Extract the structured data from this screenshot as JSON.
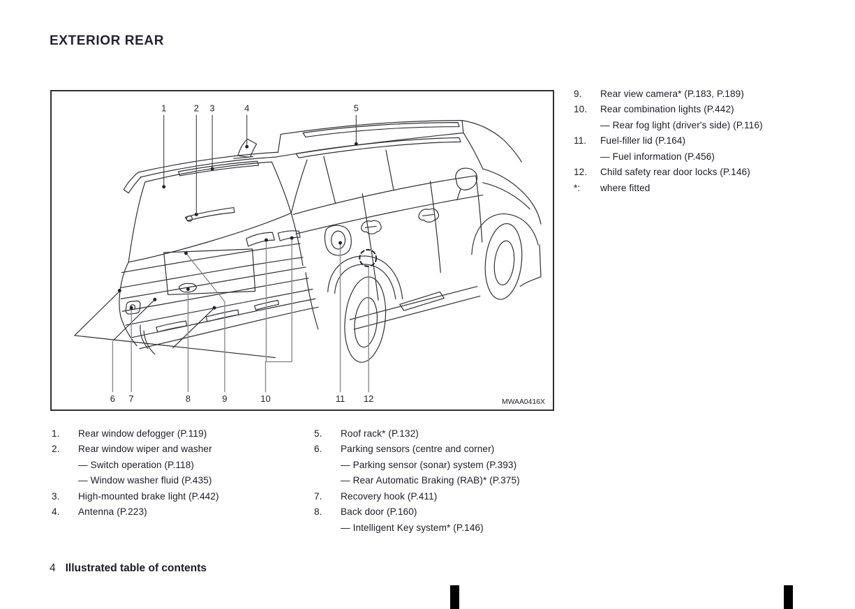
{
  "page": {
    "title": "EXTERIOR REAR",
    "footer": {
      "page_number": "4",
      "section_title": "Illustrated table of contents"
    }
  },
  "diagram": {
    "figure_code": "MWAA0416X",
    "callouts": [
      "1",
      "2",
      "3",
      "4",
      "5",
      "6",
      "7",
      "8",
      "9",
      "10",
      "11",
      "12"
    ]
  },
  "legend": {
    "left": [
      {
        "num": "1.",
        "text": "Rear window defogger (P.119)",
        "subs": []
      },
      {
        "num": "2.",
        "text": "Rear window wiper and washer",
        "subs": [
          "— Switch operation (P.118)",
          "— Window washer fluid (P.435)"
        ]
      },
      {
        "num": "3.",
        "text": "High-mounted brake light (P.442)",
        "subs": []
      },
      {
        "num": "4.",
        "text": "Antenna (P.223)",
        "subs": []
      }
    ],
    "middle": [
      {
        "num": "5.",
        "text": "Roof rack* (P.132)",
        "subs": []
      },
      {
        "num": "6.",
        "text": "Parking sensors (centre and corner)",
        "subs": [
          "— Parking sensor (sonar) system (P.393)",
          "— Rear Automatic Braking (RAB)* (P.375)"
        ]
      },
      {
        "num": "7.",
        "text": "Recovery hook (P.411)",
        "subs": []
      },
      {
        "num": "8.",
        "text": "Back door (P.160)",
        "subs": [
          "— Intelligent Key system* (P.146)"
        ]
      }
    ],
    "right": [
      {
        "num": "9.",
        "text": "Rear view camera* (P.183, P.189)",
        "subs": []
      },
      {
        "num": "10.",
        "text": "Rear combination lights (P.442)",
        "subs": [
          "— Rear fog light (driver's side) (P.116)"
        ]
      },
      {
        "num": "11.",
        "text": "Fuel-filler lid (P.164)",
        "subs": [
          "— Fuel information (P.456)"
        ]
      },
      {
        "num": "12.",
        "text": "Child safety rear door locks (P.146)",
        "subs": []
      },
      {
        "num": "*:",
        "text": "where fitted",
        "subs": []
      }
    ]
  }
}
